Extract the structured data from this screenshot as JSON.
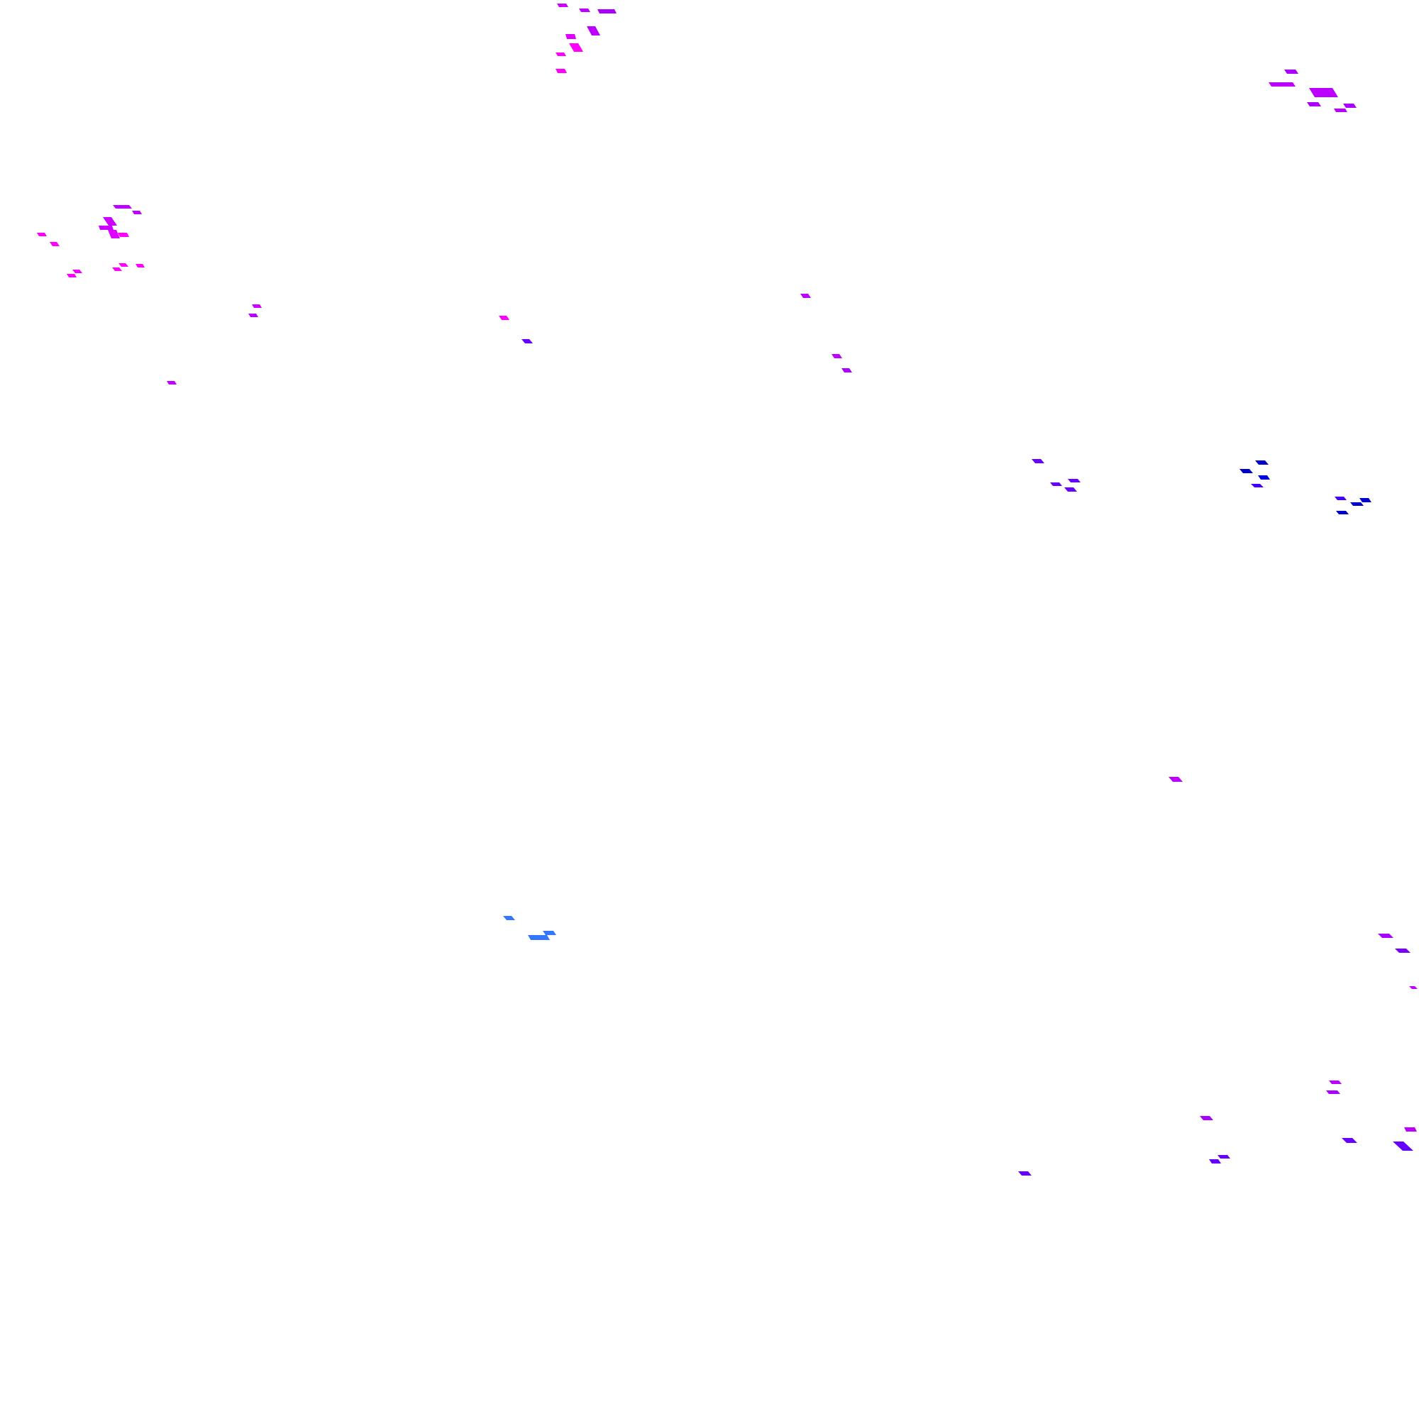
{
  "palette": {
    "background": "#ffffff",
    "magenta": "#ff00ff",
    "violet": "#cc00ff",
    "purple": "#9900ff",
    "indigo": "#6600ff",
    "blue": "#0000cc",
    "sky": "#3377ff"
  },
  "clusters": [
    {
      "name": "top-center-cluster",
      "color": "violet"
    },
    {
      "name": "top-right-cluster",
      "color": "purple"
    },
    {
      "name": "left-cluster",
      "color": "magenta"
    },
    {
      "name": "upper-middle-scatter",
      "color": "violet"
    },
    {
      "name": "middle-right-cluster",
      "color": "blue"
    },
    {
      "name": "lower-left-cluster",
      "color": "sky"
    },
    {
      "name": "lower-right-cluster",
      "color": "indigo"
    }
  ]
}
